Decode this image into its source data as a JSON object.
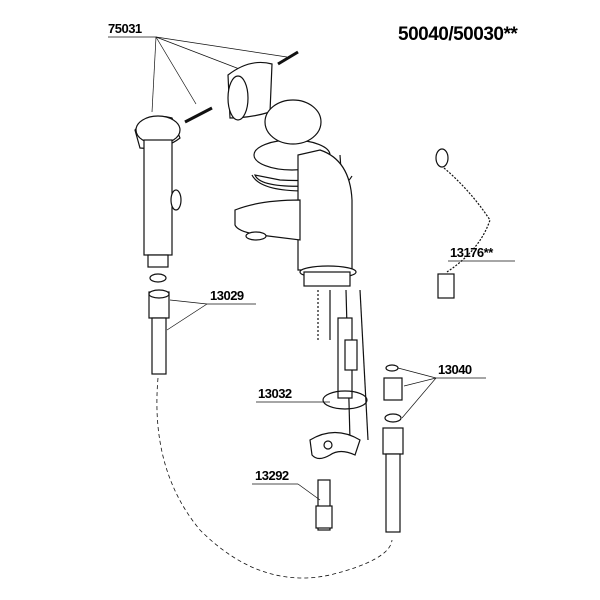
{
  "diagram": {
    "title": "50040/50030**",
    "parts": [
      {
        "id": "75031",
        "label": "75031"
      },
      {
        "id": "13176",
        "label": "13176**"
      },
      {
        "id": "13029",
        "label": "13029"
      },
      {
        "id": "13040",
        "label": "13040"
      },
      {
        "id": "13032",
        "label": "13032"
      },
      {
        "id": "13292",
        "label": "13292"
      }
    ]
  }
}
